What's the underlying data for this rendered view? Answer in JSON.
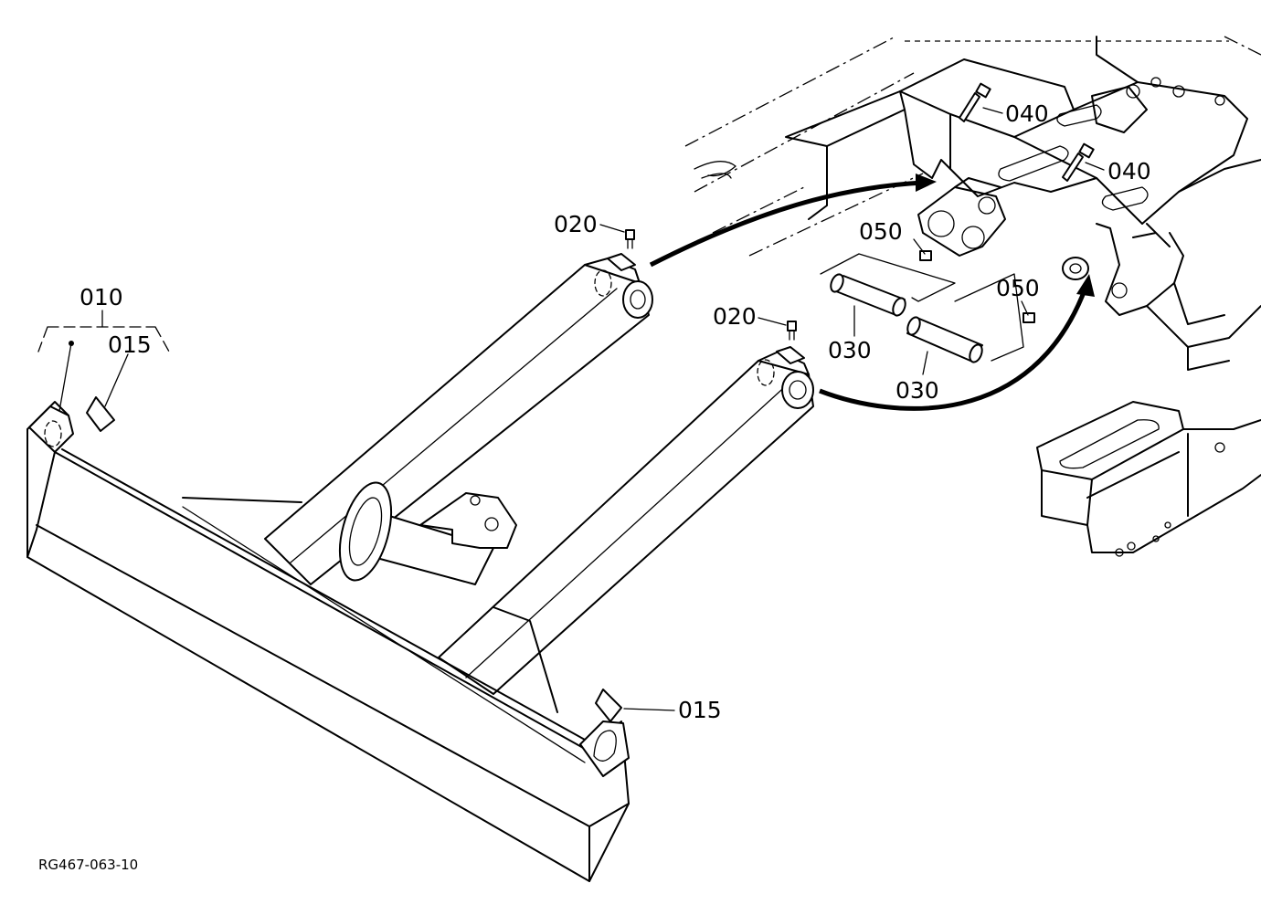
{
  "drawing_code": "RG467-063-10",
  "callouts": [
    {
      "id": "c010",
      "text": "010"
    },
    {
      "id": "c015a",
      "text": "015"
    },
    {
      "id": "c015b",
      "text": "015"
    },
    {
      "id": "c020a",
      "text": "020"
    },
    {
      "id": "c020b",
      "text": "020"
    },
    {
      "id": "c030a",
      "text": "030"
    },
    {
      "id": "c030b",
      "text": "030"
    },
    {
      "id": "c040a",
      "text": "040"
    },
    {
      "id": "c040b",
      "text": "040"
    },
    {
      "id": "c050a",
      "text": "050"
    },
    {
      "id": "c050b",
      "text": "050"
    }
  ]
}
